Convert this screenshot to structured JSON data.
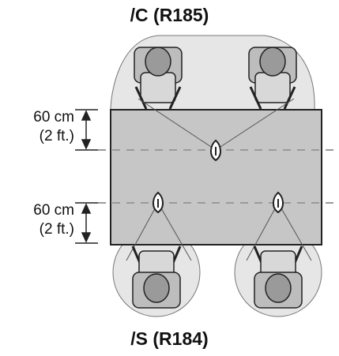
{
  "diagram": {
    "top_label": "/C (R185)",
    "bottom_label": "/S (R184)",
    "dimensions": [
      {
        "metric": "60 cm",
        "imperial": "(2 ft.)"
      },
      {
        "metric": "60 cm",
        "imperial": "(2 ft.)"
      }
    ]
  },
  "colors": {
    "table_fill": "#c6c6c6",
    "zone_fill": "#e6e6e6",
    "line": "#222222",
    "dashed": "#9a9a9a"
  }
}
